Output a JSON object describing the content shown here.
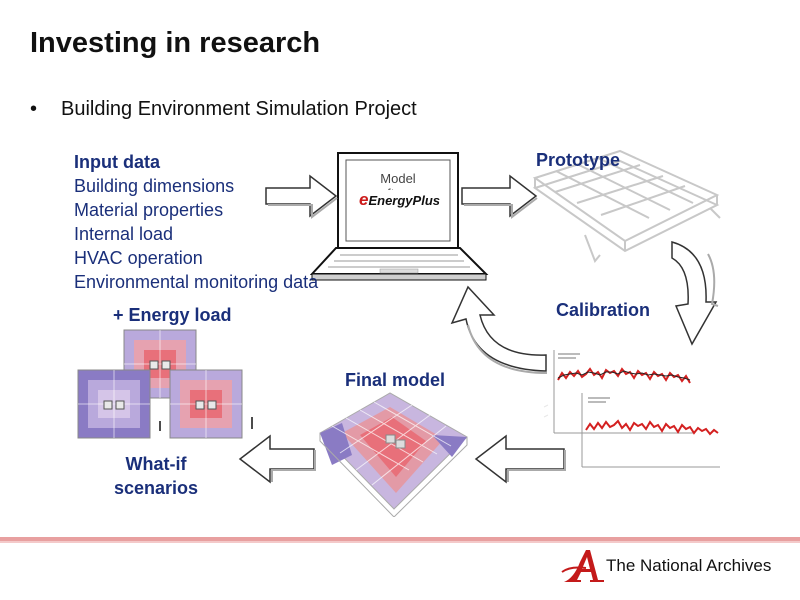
{
  "slide": {
    "title": "Investing in research",
    "bullet": "Building Environment Simulation Project"
  },
  "input_data": {
    "heading": "Input data",
    "items": [
      "Building dimensions",
      "Material properties",
      "Internal load",
      "HVAC operation",
      "Environmental monitoring data"
    ]
  },
  "laptop": {
    "line1": "Model",
    "line2": "software",
    "software_logo": "EnergyPlus"
  },
  "labels": {
    "prototype": "Prototype",
    "calibration": "Calibration",
    "final_model": "Final model",
    "energy_load": "+ Energy load",
    "what_if_line1": "What-if",
    "what_if_line2": "scenarios"
  },
  "footer": {
    "organisation": "The National Archives"
  },
  "colors": {
    "label_blue": "#1a2f7a",
    "footer_red": "#c41a1a",
    "heat_red": "#e8707a",
    "heat_purple": "#8a7bc4"
  }
}
